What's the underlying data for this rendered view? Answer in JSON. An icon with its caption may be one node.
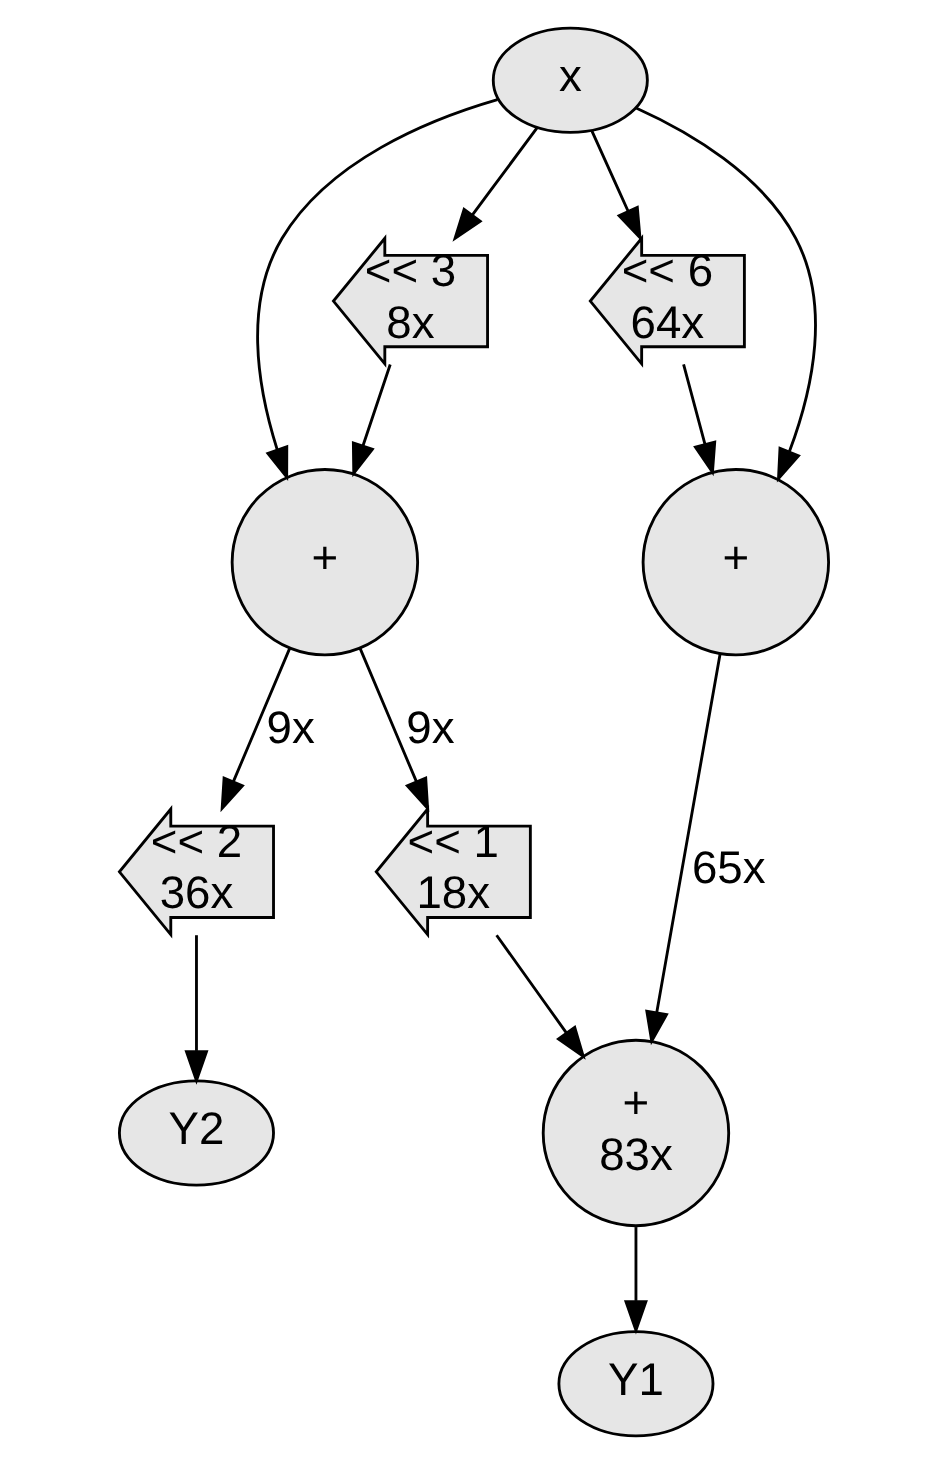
{
  "diagram": {
    "nodes": [
      {
        "text": [
          "x"
        ]
      },
      {
        "text": [
          "<< 3",
          "8x"
        ]
      },
      {
        "text": [
          "<< 6",
          "64x"
        ]
      },
      {
        "text": [
          "+"
        ]
      },
      {
        "text": [
          "+"
        ]
      },
      {
        "text": [
          "<< 1",
          "18x"
        ]
      },
      {
        "text": [
          "+",
          "83x"
        ]
      },
      {
        "text": [
          "<< 2",
          "36x"
        ]
      },
      {
        "text": [
          "Y2"
        ]
      },
      {
        "text": [
          "Y1"
        ]
      }
    ],
    "edges": [
      {
        "from": 0,
        "to": 1,
        "arrow": "to"
      },
      {
        "from": 0,
        "to": 2,
        "arrow": "to"
      },
      {
        "from": 0,
        "to": 3,
        "arrow": "to"
      },
      {
        "from": 0,
        "to": 4,
        "arrow": "to"
      },
      {
        "from": 1,
        "to": 3,
        "arrow": "to"
      },
      {
        "from": 2,
        "to": 4,
        "arrow": "to"
      },
      {
        "from": 3,
        "to": 5,
        "arrow": "to",
        "label": "9x"
      },
      {
        "from": 3,
        "to": 7,
        "arrow": "to",
        "label": "9x"
      },
      {
        "from": 4,
        "to": 6,
        "arrow": "to",
        "label": "65x"
      },
      {
        "from": 5,
        "to": 6,
        "arrow": "to"
      },
      {
        "from": 7,
        "to": 8,
        "arrow": "to"
      },
      {
        "from": 6,
        "to": 9,
        "arrow": "to"
      }
    ]
  }
}
